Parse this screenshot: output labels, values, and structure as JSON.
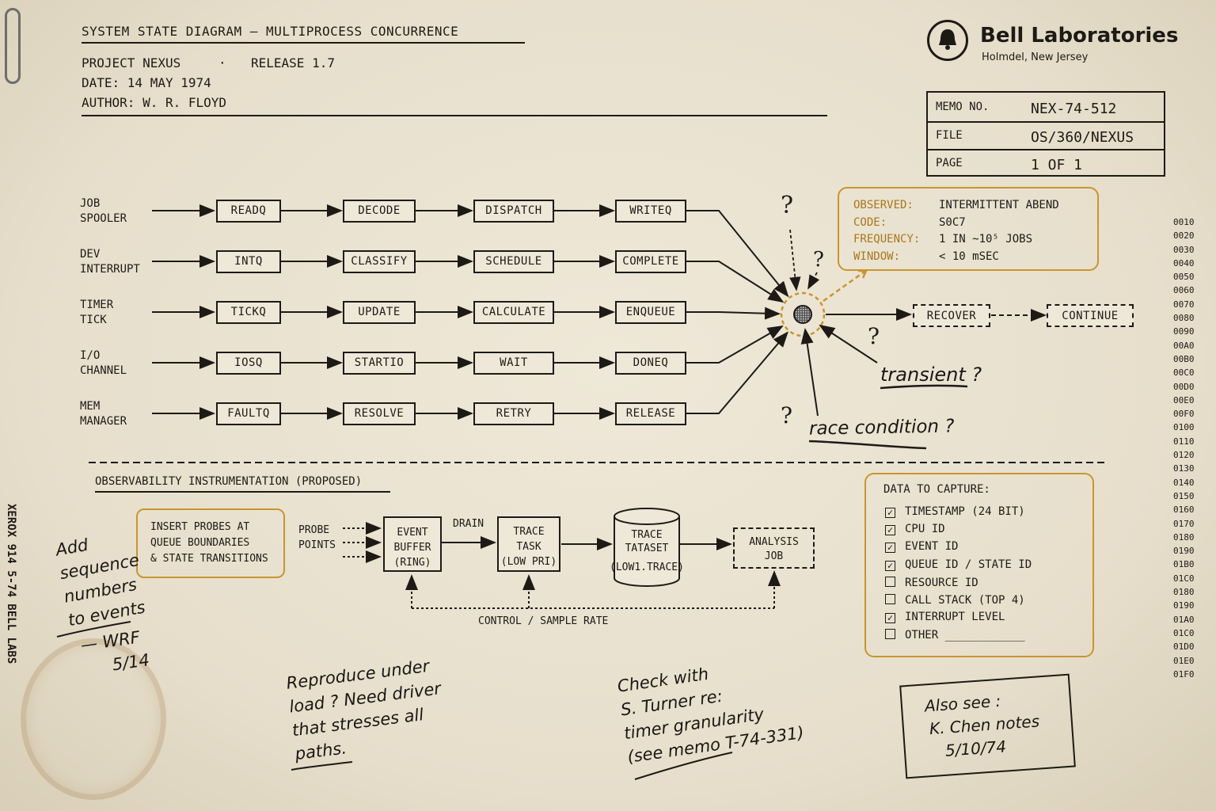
{
  "header": {
    "title": "SYSTEM STATE DIAGRAM — MULTIPROCESS CONCURRENCE",
    "project": "PROJECT NEXUS",
    "separator": "·",
    "release": "RELEASE 1.7",
    "date": "DATE: 14 MAY 1974",
    "author": "AUTHOR: W. R. FLOYD"
  },
  "logo": {
    "name": "Bell Laboratories",
    "location": "Holmdel, New Jersey"
  },
  "memo_table": [
    {
      "label": "MEMO NO.",
      "value": "NEX-74-512"
    },
    {
      "label": "FILE",
      "value": "OS/360/NEXUS"
    },
    {
      "label": "PAGE",
      "value": "1 OF 1"
    }
  ],
  "pipelines": [
    {
      "source": [
        "JOB",
        "SPOOLER"
      ],
      "stages": [
        "READQ",
        "DECODE",
        "DISPATCH",
        "WRITEQ"
      ]
    },
    {
      "source": [
        "DEV",
        "INTERRUPT"
      ],
      "stages": [
        "INTQ",
        "CLASSIFY",
        "SCHEDULE",
        "COMPLETE"
      ]
    },
    {
      "source": [
        "TIMER",
        "TICK"
      ],
      "stages": [
        "TICKQ",
        "UPDATE",
        "CALCULATE",
        "ENQUEUE"
      ]
    },
    {
      "source": [
        "I/O",
        "CHANNEL"
      ],
      "stages": [
        "IOSQ",
        "STARTIO",
        "WAIT",
        "DONEQ"
      ]
    },
    {
      "source": [
        "MEM",
        "MANAGER"
      ],
      "stages": [
        "FAULTQ",
        "RESOLVE",
        "RETRY",
        "RELEASE"
      ]
    }
  ],
  "outcome": {
    "recover": "RECOVER",
    "continue": "CONTINUE"
  },
  "observed": {
    "rows": [
      {
        "label": "OBSERVED:",
        "value": "INTERMITTENT ABEND"
      },
      {
        "label": "CODE:",
        "value": "S0C7"
      },
      {
        "label": "FREQUENCY:",
        "value": "1 IN ~10⁵ JOBS"
      },
      {
        "label": "WINDOW:",
        "value": "< 10 mSEC"
      }
    ]
  },
  "question_mark": "?",
  "annotations": {
    "transient": "transient ?",
    "race": "race condition ?"
  },
  "addresses": [
    "0010",
    "0020",
    "0030",
    "0040",
    "0050",
    "0060",
    "0070",
    "0080",
    "0090",
    "00A0",
    "00B0",
    "00C0",
    "00D0",
    "00E0",
    "00F0",
    "0100",
    "0110",
    "0120",
    "0130",
    "0140",
    "0150",
    "0160",
    "0170",
    "0180",
    "0190",
    "01B0",
    "01C0",
    "0180",
    "0190",
    "01A0",
    "01C0",
    "01D0",
    "01E0",
    "01F0"
  ],
  "instrumentation": {
    "heading": "OBSERVABILITY INSTRUMENTATION (PROPOSED)",
    "probe_note": [
      "INSERT PROBES AT",
      "QUEUE BOUNDARIES",
      "& STATE TRANSITIONS"
    ],
    "probe_points": [
      "PROBE",
      "POINTS"
    ],
    "event_buffer": [
      "EVENT",
      "BUFFER",
      "(RING)"
    ],
    "drain": "DRAIN",
    "trace_task": [
      "TRACE",
      "TASK",
      "(LOW PRI)"
    ],
    "dataset": [
      "TRACE",
      "TATASET",
      "(LOW1.TRACE)"
    ],
    "analysis_job": [
      "ANALYSIS",
      "JOB"
    ],
    "control": "CONTROL / SAMPLE RATE"
  },
  "capture": {
    "heading": "DATA TO CAPTURE:",
    "items": [
      {
        "label": "TIMESTAMP (24 BIT)",
        "checked": true
      },
      {
        "label": "CPU ID",
        "checked": true
      },
      {
        "label": "EVENT ID",
        "checked": true
      },
      {
        "label": "QUEUE ID / STATE ID",
        "checked": true
      },
      {
        "label": "RESOURCE ID",
        "checked": false
      },
      {
        "label": "CALL STACK (TOP 4)",
        "checked": false
      },
      {
        "label": "INTERRUPT LEVEL",
        "checked": true
      },
      {
        "label": "OTHER ____________",
        "checked": false
      }
    ]
  },
  "side_stamp": "XEROX 914   5-74   BELL LABS",
  "notes": {
    "left": [
      "Add",
      "sequence",
      "numbers",
      "to events"
    ],
    "left_sig": [
      "— WRF",
      "5/14"
    ],
    "middle": [
      "Reproduce under",
      "load ?  Need driver",
      "that stresses all",
      "paths."
    ],
    "right": [
      "Check with",
      "S. Turner re:",
      "timer granularity",
      "(see memo T-74-331)"
    ],
    "card": [
      "Also see :",
      "K. Chen notes",
      "5/10/74"
    ]
  },
  "colors": {
    "ink": "#1d1a16",
    "amber": "#c9952f",
    "paper": "#e9e1cf"
  }
}
